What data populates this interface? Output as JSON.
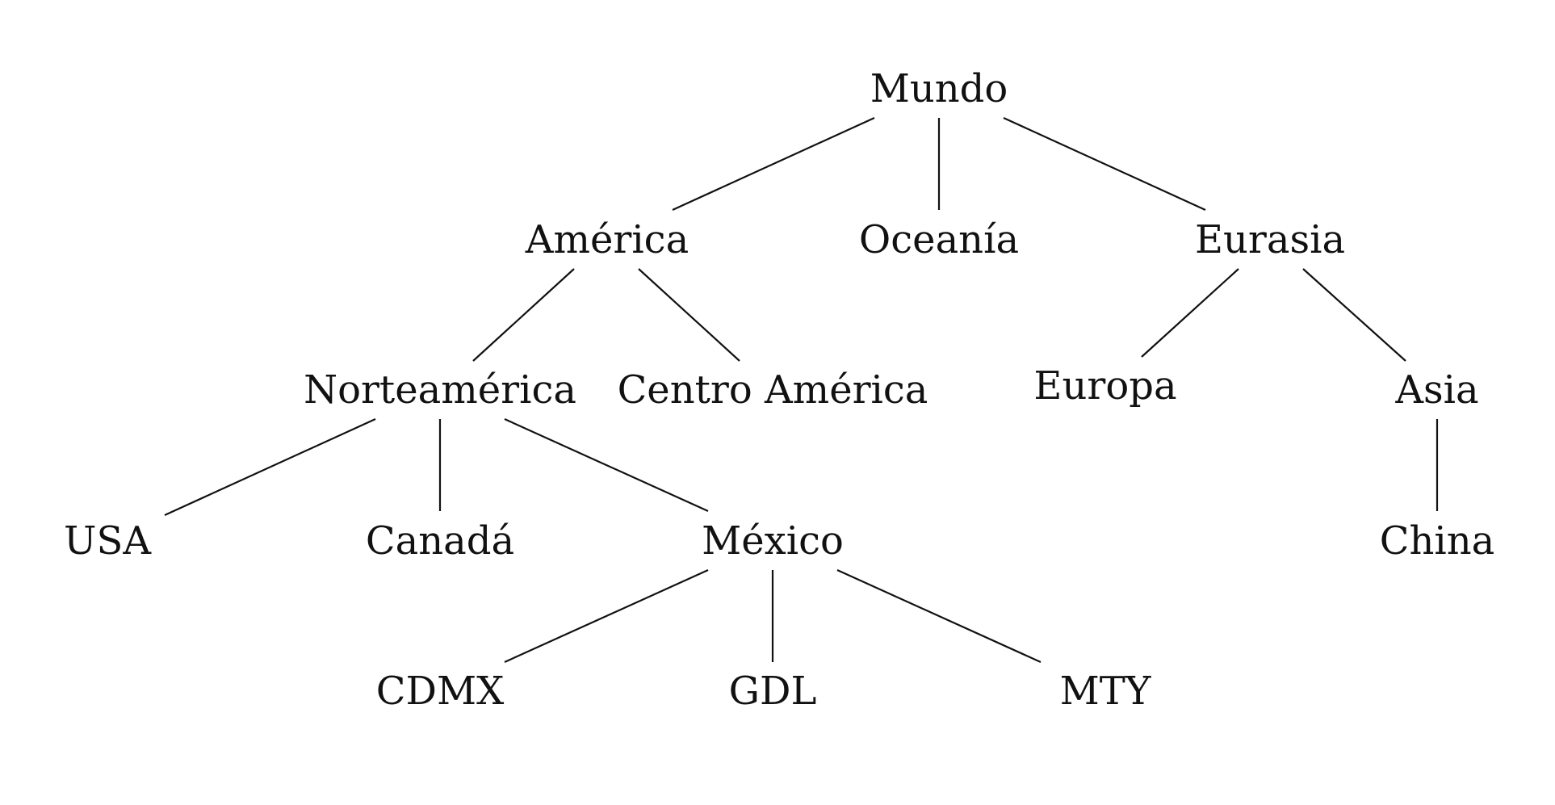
{
  "tree": {
    "nodes": [
      {
        "id": "mundo",
        "label": "Mundo"
      },
      {
        "id": "america",
        "label": "América"
      },
      {
        "id": "oceania",
        "label": "Oceanía"
      },
      {
        "id": "eurasia",
        "label": "Eurasia"
      },
      {
        "id": "norteamerica",
        "label": "Norteamérica"
      },
      {
        "id": "centroamerica",
        "label": "Centro América"
      },
      {
        "id": "europa",
        "label": "Europa"
      },
      {
        "id": "asia",
        "label": "Asia"
      },
      {
        "id": "usa",
        "label": "USA"
      },
      {
        "id": "canada",
        "label": "Canadá"
      },
      {
        "id": "mexico",
        "label": "México"
      },
      {
        "id": "china",
        "label": "China"
      },
      {
        "id": "cdmx",
        "label": "CDMX"
      },
      {
        "id": "gdl",
        "label": "GDL"
      },
      {
        "id": "mty",
        "label": "MTY"
      }
    ],
    "edges": [
      [
        "mundo",
        "america"
      ],
      [
        "mundo",
        "oceania"
      ],
      [
        "mundo",
        "eurasia"
      ],
      [
        "america",
        "norteamerica"
      ],
      [
        "america",
        "centroamerica"
      ],
      [
        "eurasia",
        "europa"
      ],
      [
        "eurasia",
        "asia"
      ],
      [
        "norteamerica",
        "usa"
      ],
      [
        "norteamerica",
        "canada"
      ],
      [
        "norteamerica",
        "mexico"
      ],
      [
        "asia",
        "china"
      ],
      [
        "mexico",
        "cdmx"
      ],
      [
        "mexico",
        "gdl"
      ],
      [
        "mexico",
        "mty"
      ]
    ]
  }
}
